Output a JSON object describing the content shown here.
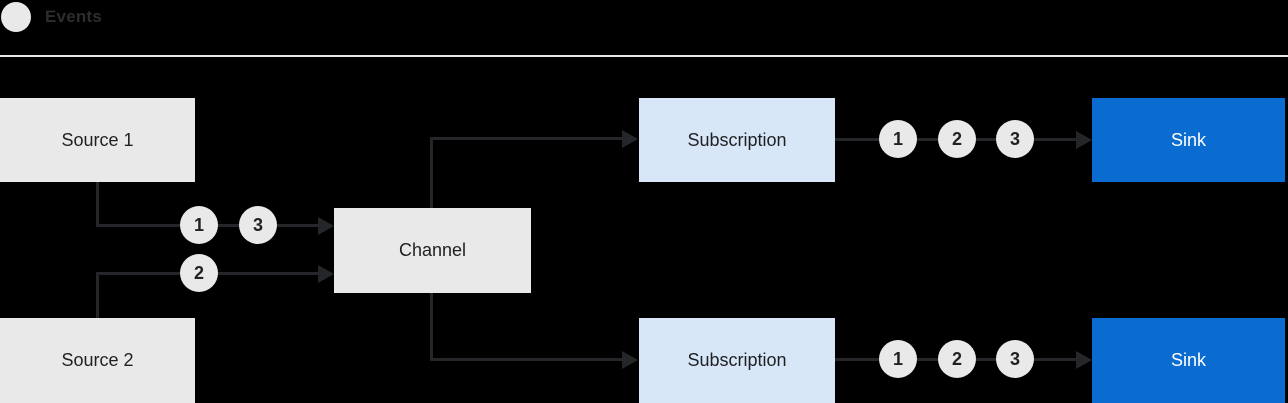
{
  "legend": {
    "label": "Events"
  },
  "nodes": {
    "source1": {
      "label": "Source 1"
    },
    "source2": {
      "label": "Source 2"
    },
    "channel": {
      "label": "Channel"
    },
    "subscription_top": {
      "label": "Subscription"
    },
    "subscription_bottom": {
      "label": "Subscription"
    },
    "sink_top": {
      "label": "Sink"
    },
    "sink_bottom": {
      "label": "Sink"
    }
  },
  "event_markers": {
    "source1_to_channel": [
      "1",
      "3"
    ],
    "source2_to_channel": [
      "2"
    ],
    "subscription_top_to_sink": [
      "1",
      "2",
      "3"
    ],
    "subscription_bottom_to_sink": [
      "1",
      "2",
      "3"
    ]
  },
  "colors": {
    "background": "#000000",
    "box_gray": "#e9e9e9",
    "box_blue_light": "#d7e7f8",
    "box_blue": "#0a6cd0",
    "ink": "#242629",
    "divider": "#e7e7e7",
    "box_text": "#1f2022",
    "sink_text": "#ffffff",
    "legend_text": "#2b2d2f",
    "number_text": "#1f2124"
  }
}
